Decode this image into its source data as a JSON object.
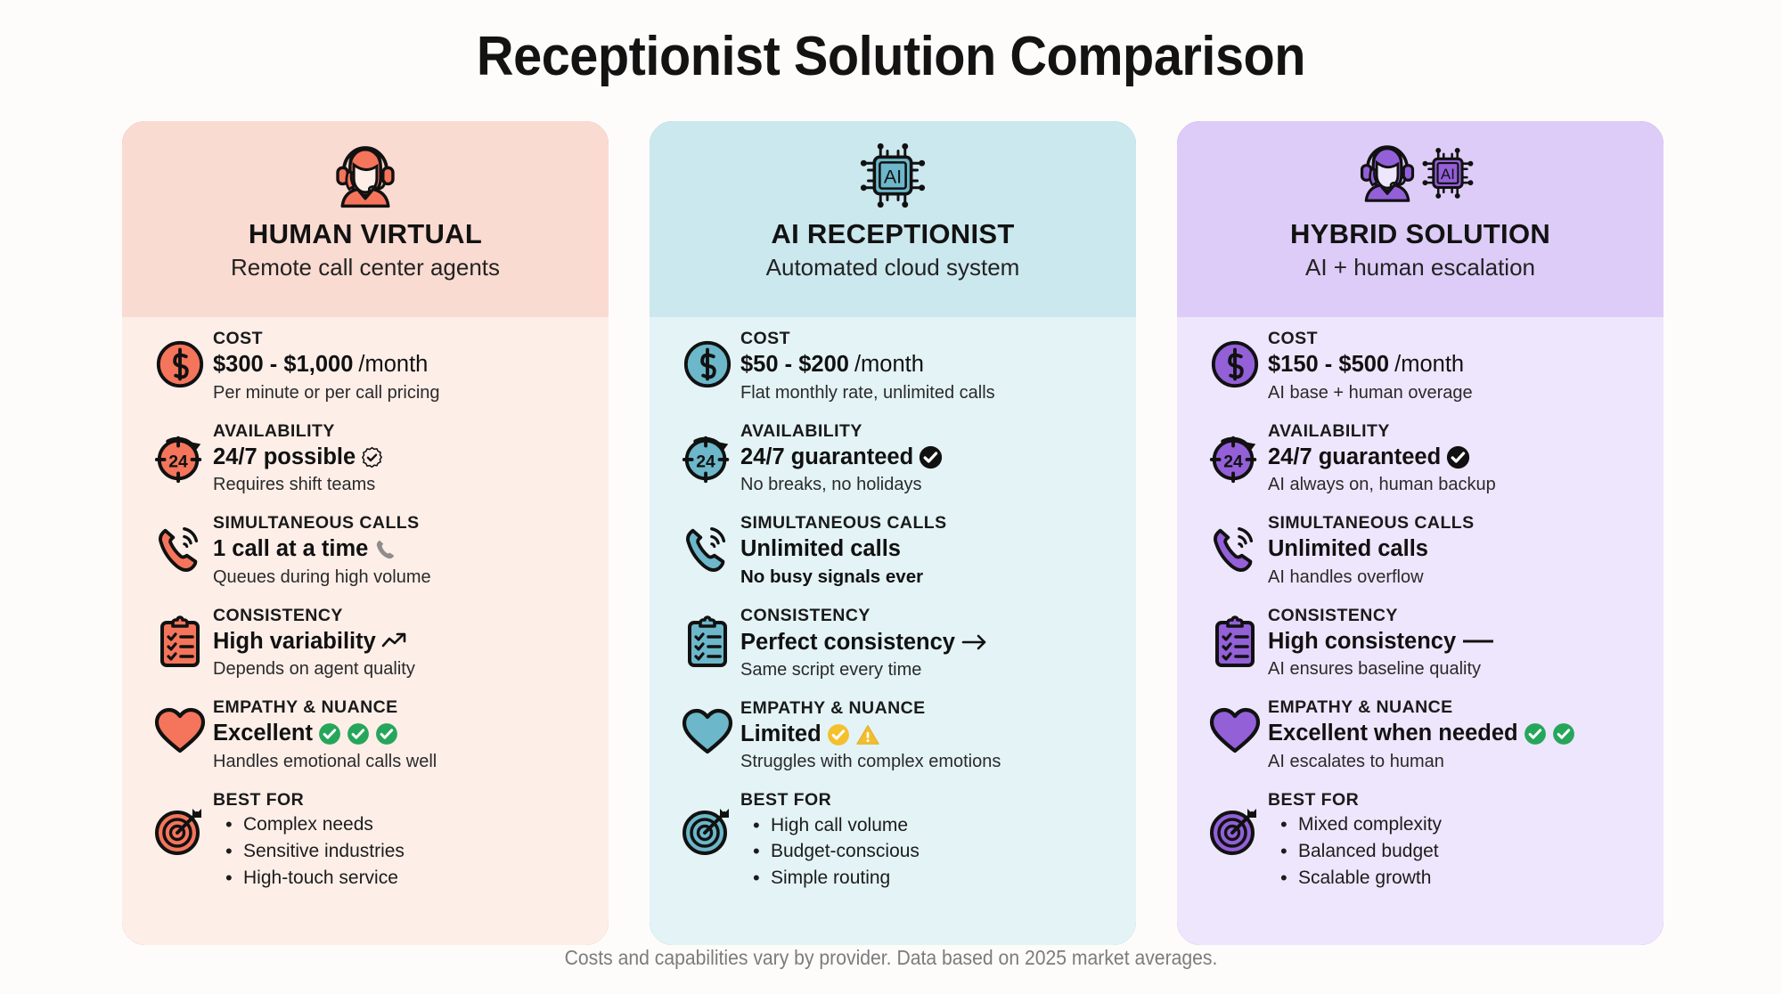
{
  "title": "Receptionist Solution Comparison",
  "footer": "Costs and capabilities vary by provider. Data based on 2025 market averages.",
  "colors": {
    "page_bg": "#fdfcfb",
    "coral_border": "#ee7159",
    "coral_head": "#fadbd1",
    "coral_body": "#fdeee8",
    "coral_icon": "#f4755b",
    "teal_border": "#4aa9bf",
    "teal_head": "#cbe8ee",
    "teal_body": "#e3f3f6",
    "teal_icon": "#6cb7c9",
    "purple_border": "#8b52d6",
    "purple_head": "#ddccf7",
    "purple_body": "#eee6fc",
    "purple_icon": "#9360d8",
    "green_check": "#26a65b",
    "amber_check": "#f4c02c",
    "amber_warn": "#f2bd2e",
    "gray_phone": "#8d8d8d"
  },
  "row_labels": {
    "cost": "COST",
    "availability": "AVAILABILITY",
    "simultaneous": "SIMULTANEOUS CALLS",
    "consistency": "CONSISTENCY",
    "empathy": "EMPATHY & NUANCE",
    "best_for": "BEST FOR"
  },
  "cards": [
    {
      "id": "human-virtual",
      "name": "HUMAN VIRTUAL",
      "subtitle": "Remote call center agents",
      "header_icon": "headset-agent-icon",
      "cost": {
        "value": "$300 - $1,000",
        "unit": "/month",
        "sub": "Per minute or per call pricing"
      },
      "availability": {
        "value": "24/7 possible",
        "badges": [
          "check-outline-icon"
        ],
        "sub": "Requires shift teams"
      },
      "simultaneous": {
        "value": "1 call at a time",
        "badges": [
          "phone-gray-icon"
        ],
        "sub": "Queues during high volume",
        "sub_bold": false
      },
      "consistency": {
        "value": "High variability",
        "badges": [
          "trending-up-icon"
        ],
        "sub": "Depends on agent quality"
      },
      "empathy": {
        "value": "Excellent",
        "badges": [
          "check-green-icon",
          "check-green-icon",
          "check-green-icon"
        ],
        "sub": "Handles emotional calls well"
      },
      "best_for": [
        "Complex needs",
        "Sensitive industries",
        "High-touch service"
      ]
    },
    {
      "id": "ai-receptionist",
      "name": "AI RECEPTIONIST",
      "subtitle": "Automated cloud system",
      "header_icon": "ai-chip-icon",
      "cost": {
        "value": "$50 - $200",
        "unit": "/month",
        "sub": "Flat monthly rate, unlimited calls"
      },
      "availability": {
        "value": "24/7 guaranteed",
        "badges": [
          "check-solid-black-icon"
        ],
        "sub": "No breaks, no holidays"
      },
      "simultaneous": {
        "value": "Unlimited calls",
        "badges": [],
        "sub": "No busy signals ever",
        "sub_bold": true
      },
      "consistency": {
        "value": "Perfect consistency",
        "badges": [
          "arrow-right-icon"
        ],
        "sub": "Same script every time"
      },
      "empathy": {
        "value": "Limited",
        "badges": [
          "check-amber-icon",
          "warning-triangle-icon"
        ],
        "sub": "Struggles with complex emotions"
      },
      "best_for": [
        "High call volume",
        "Budget-conscious",
        "Simple routing"
      ]
    },
    {
      "id": "hybrid-solution",
      "name": "HYBRID SOLUTION",
      "subtitle": "AI + human escalation",
      "header_icon": "agent-plus-ai-chip-icon",
      "cost": {
        "value": "$150 - $500",
        "unit": "/month",
        "sub": "AI base + human overage"
      },
      "availability": {
        "value": "24/7 guaranteed",
        "badges": [
          "check-solid-black-icon"
        ],
        "sub": "AI always on, human backup"
      },
      "simultaneous": {
        "value": "Unlimited calls",
        "badges": [],
        "sub": "AI handles overflow",
        "sub_bold": false
      },
      "consistency": {
        "value": "High consistency",
        "badges": [
          "dash-line-icon"
        ],
        "sub": "AI ensures baseline quality"
      },
      "empathy": {
        "value": "Excellent when needed",
        "badges": [
          "check-green-icon",
          "check-green-icon"
        ],
        "sub": "AI escalates to human"
      },
      "best_for": [
        "Mixed complexity",
        "Balanced budget",
        "Scalable growth"
      ]
    }
  ]
}
